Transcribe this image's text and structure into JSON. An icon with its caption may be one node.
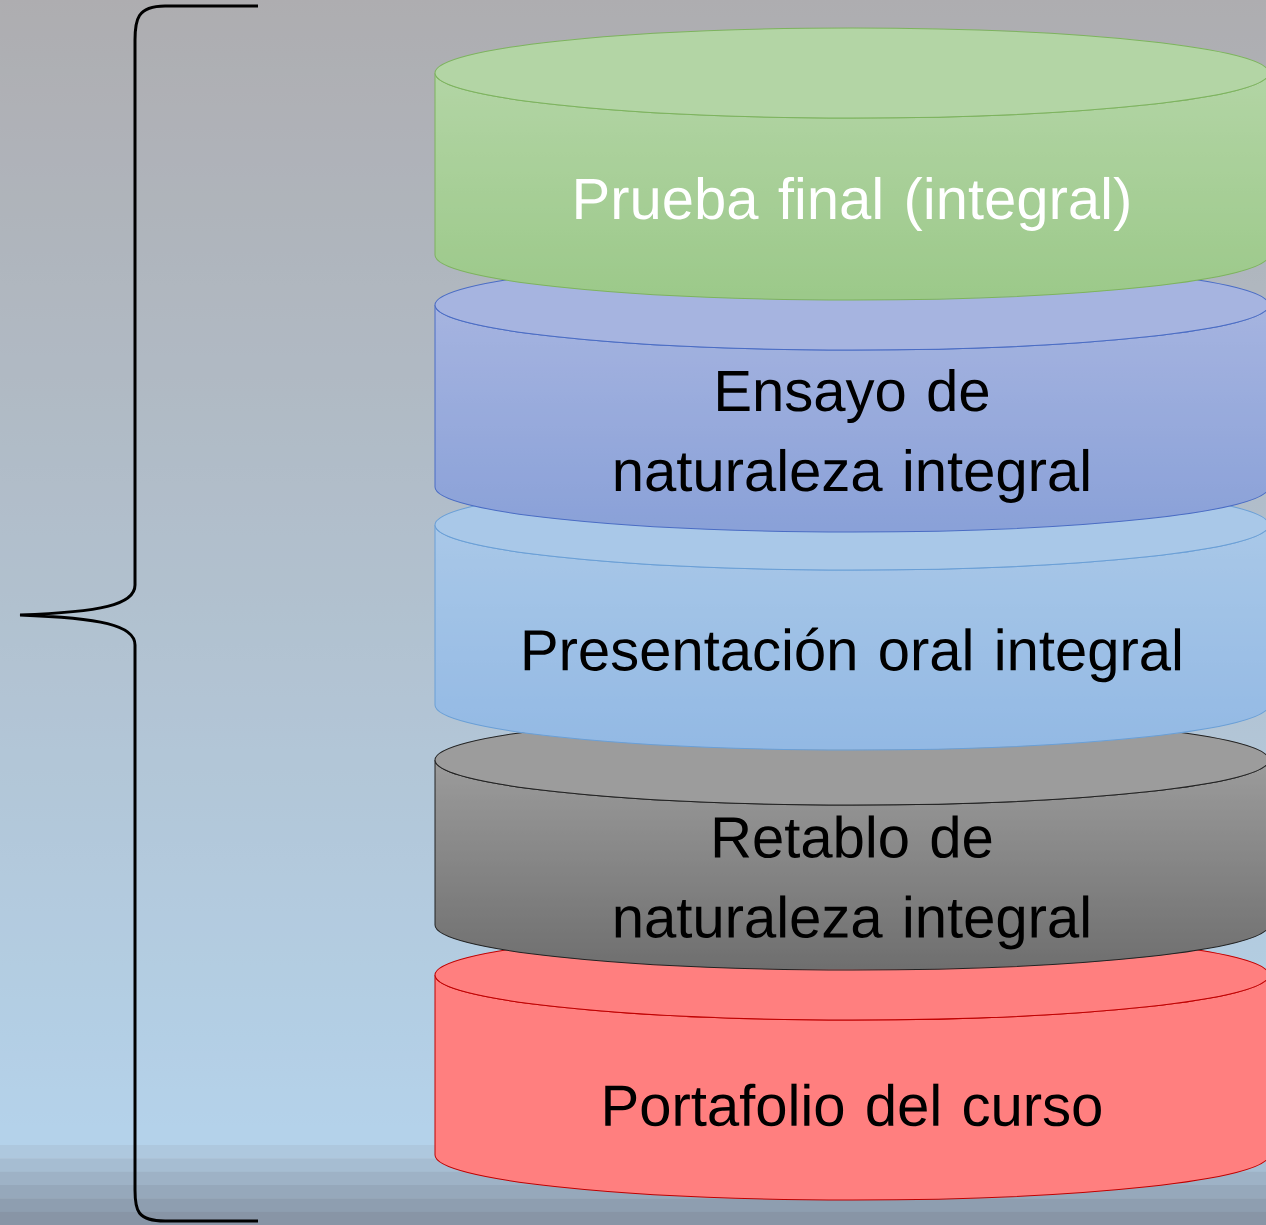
{
  "diagram": {
    "nodes": [
      {
        "text": [
          "Prueba final (integral)"
        ]
      },
      {
        "text": [
          "Ensayo de naturaleza integral"
        ]
      },
      {
        "text": [
          "Presentación oral integral"
        ]
      },
      {
        "text": [
          "Retablo de naturaleza integral"
        ]
      },
      {
        "text": [
          "Portafolio del curso"
        ]
      }
    ]
  }
}
